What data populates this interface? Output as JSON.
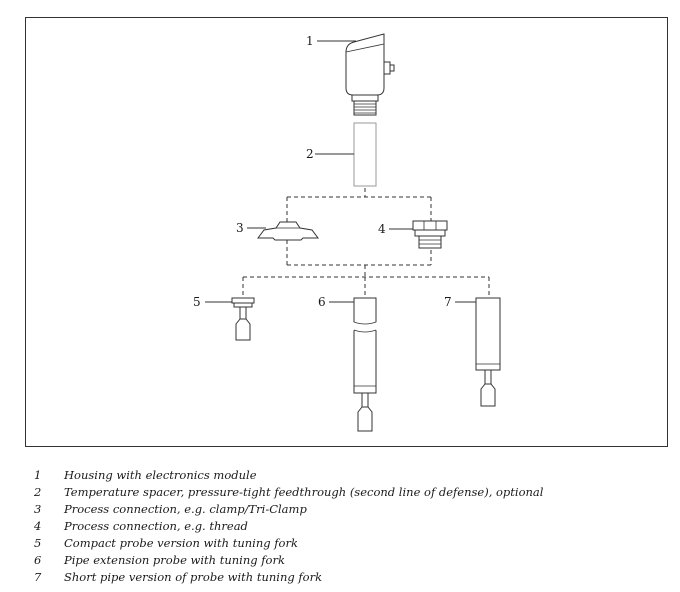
{
  "callouts": [
    "1",
    "2",
    "3",
    "4",
    "5",
    "6",
    "7"
  ],
  "legend": [
    {
      "num": "1",
      "text": "Housing with electronics module"
    },
    {
      "num": "2",
      "text": "Temperature spacer, pressure-tight feedthrough (second line of defense), optional"
    },
    {
      "num": "3",
      "text": "Process connection, e.g. clamp/Tri-Clamp"
    },
    {
      "num": "4",
      "text": "Process connection, e.g. thread"
    },
    {
      "num": "5",
      "text": "Compact probe version with tuning fork"
    },
    {
      "num": "6",
      "text": "Pipe extension probe with tuning fork"
    },
    {
      "num": "7",
      "text": "Short pipe version of probe with tuning fork"
    }
  ]
}
